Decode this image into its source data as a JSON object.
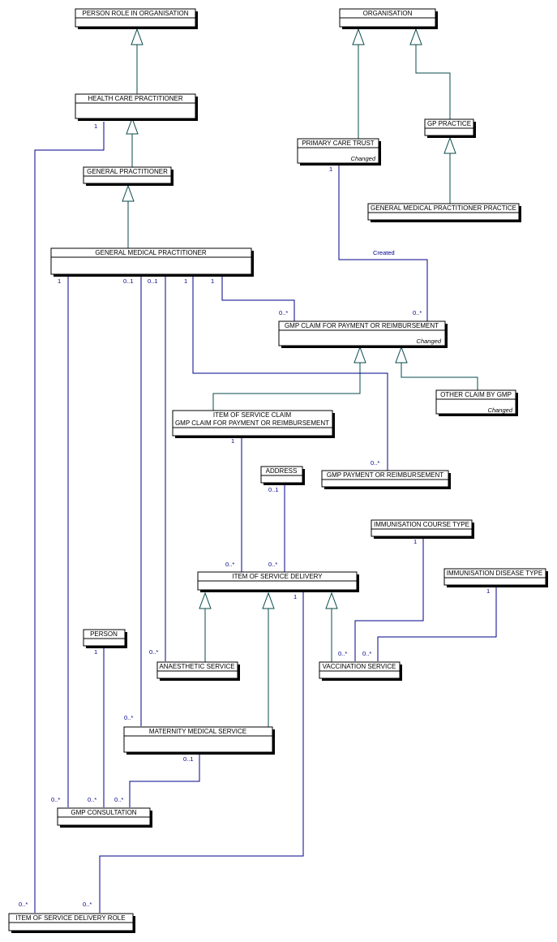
{
  "entities": {
    "person_role_in_organisation": "PERSON ROLE IN ORGANISATION",
    "organisation": "ORGANISATION",
    "health_care_practitioner": "HEALTH CARE PRACTITIONER",
    "gp_practice": "GP PRACTICE",
    "primary_care_trust": "PRIMARY CARE TRUST",
    "general_practitioner": "GENERAL PRACTITIONER",
    "general_medical_practitioner_practice": "GENERAL MEDICAL PRACTITIONER PRACTICE",
    "general_medical_practitioner": "GENERAL MEDICAL PRACTITIONER",
    "gmp_claim": "GMP CLAIM FOR PAYMENT OR REIMBURSEMENT",
    "other_claim_by_gmp": "OTHER CLAIM BY GMP",
    "item_of_service_claim_line1": "ITEM OF SERVICE CLAIM",
    "item_of_service_claim_line2": "GMP CLAIM FOR PAYMENT OR REIMBURSEMENT",
    "address": "ADDRESS",
    "gmp_payment": "GMP PAYMENT OR REIMBURSEMENT",
    "immunisation_course_type": "IMMUNISATION COURSE TYPE",
    "immunisation_disease_type": "IMMUNISATION DISEASE TYPE",
    "item_of_service_delivery": "ITEM OF SERVICE DELIVERY",
    "person": "PERSON",
    "anaesthetic_service": "ANAESTHETIC SERVICE",
    "vaccination_service": "VACCINATION SERVICE",
    "maternity_medical_service": "MATERNITY MEDICAL SERVICE",
    "gmp_consultation": "GMP CONSULTATION",
    "item_of_service_delivery_role": "ITEM OF SERVICE DELIVERY ROLE"
  },
  "notes": {
    "changed": "Changed",
    "created": "Created"
  },
  "multiplicities": {
    "one": "1",
    "zero_one": "0..1",
    "zero_many": "0..*"
  },
  "colors": {
    "association": "#00008b",
    "generalization": "#0a4a4a",
    "box_border": "#000000",
    "shadow": "#000000"
  }
}
